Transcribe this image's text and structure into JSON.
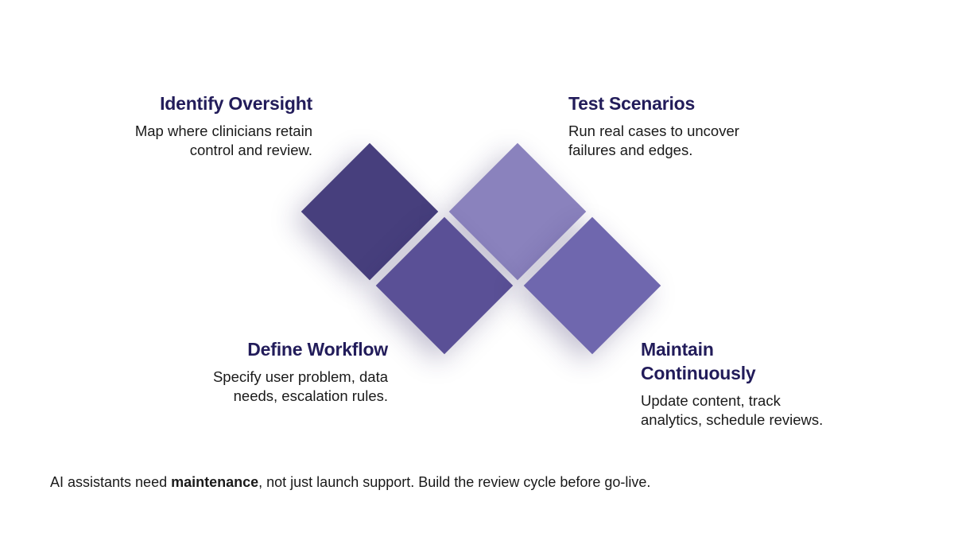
{
  "colors": {
    "title": "#221c5a",
    "diamond_identify": "#473f7d",
    "diamond_define": "#5a5096",
    "diamond_test": "#8a82bd",
    "diamond_maintain": "#6f67ae"
  },
  "steps": [
    {
      "title": "Identify Oversight",
      "desc_line1": "Map where clinicians retain",
      "desc_line2": "control and review."
    },
    {
      "title": "Test Scenarios",
      "desc_line1": "Run real cases to uncover",
      "desc_line2": "failures and edges."
    },
    {
      "title": "Define Workflow",
      "desc_line1": "Specify user problem, data",
      "desc_line2": "needs, escalation rules."
    },
    {
      "title_line1": "Maintain",
      "title_line2": "Continuously",
      "desc_line1": "Update content, track",
      "desc_line2": "analytics, schedule reviews."
    }
  ],
  "footnote": {
    "pre": "AI assistants need ",
    "bold": "maintenance",
    "post": ", not just launch support. Build the review cycle before go-live."
  }
}
